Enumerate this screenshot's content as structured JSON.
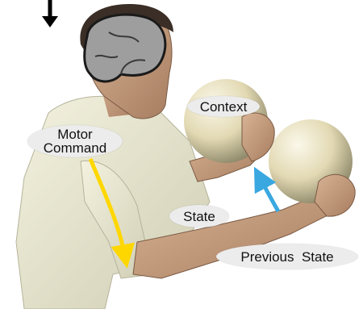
{
  "labels": {
    "context": "Context",
    "motor_command_line1": "Motor",
    "motor_command_line2": "Command",
    "state": "State",
    "previous_state": "Previous  State"
  },
  "colors": {
    "background": "#ffffff",
    "skin": "#c9a283",
    "shirt": "#e9e8cf",
    "brain": "#9e9e9e",
    "sphere": "#e4dcb8",
    "label_bg": "#ececec",
    "motor_arrow": "#ffd700",
    "state_arrow": "#3aa8e0",
    "input_arrow": "#000000"
  },
  "icons": {
    "brain": "brain-icon",
    "input_arrow": "arrow-down-icon"
  }
}
